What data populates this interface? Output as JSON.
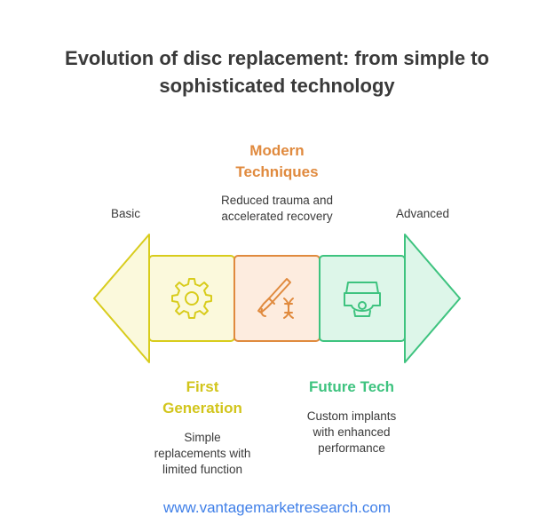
{
  "title": {
    "line1": "Evolution of disc replacement: from simple to",
    "line2": "sophisticated technology"
  },
  "axis": {
    "left_label": "Basic",
    "right_label": "Advanced"
  },
  "stages": [
    {
      "title_lines": [
        "First",
        "Generation"
      ],
      "description_lines": [
        "Simple",
        "replacements with",
        "limited function"
      ],
      "icon": "gear-icon",
      "color": "#d8cc1c",
      "fill": "#fbf9dc"
    },
    {
      "title_lines": [
        "Modern",
        "Techniques"
      ],
      "description_lines": [
        "Reduced trauma and",
        "accelerated recovery"
      ],
      "icon": "scalpel-dna-icon",
      "color": "#e08a3e",
      "fill": "#fdecdf"
    },
    {
      "title_lines": [
        "Future Tech"
      ],
      "description_lines": [
        "Custom implants",
        "with enhanced",
        "performance"
      ],
      "icon": "robot-icon",
      "color": "#3ec37f",
      "fill": "#ddf6e9"
    }
  ],
  "footer": "www.vantagemarketresearch.com"
}
